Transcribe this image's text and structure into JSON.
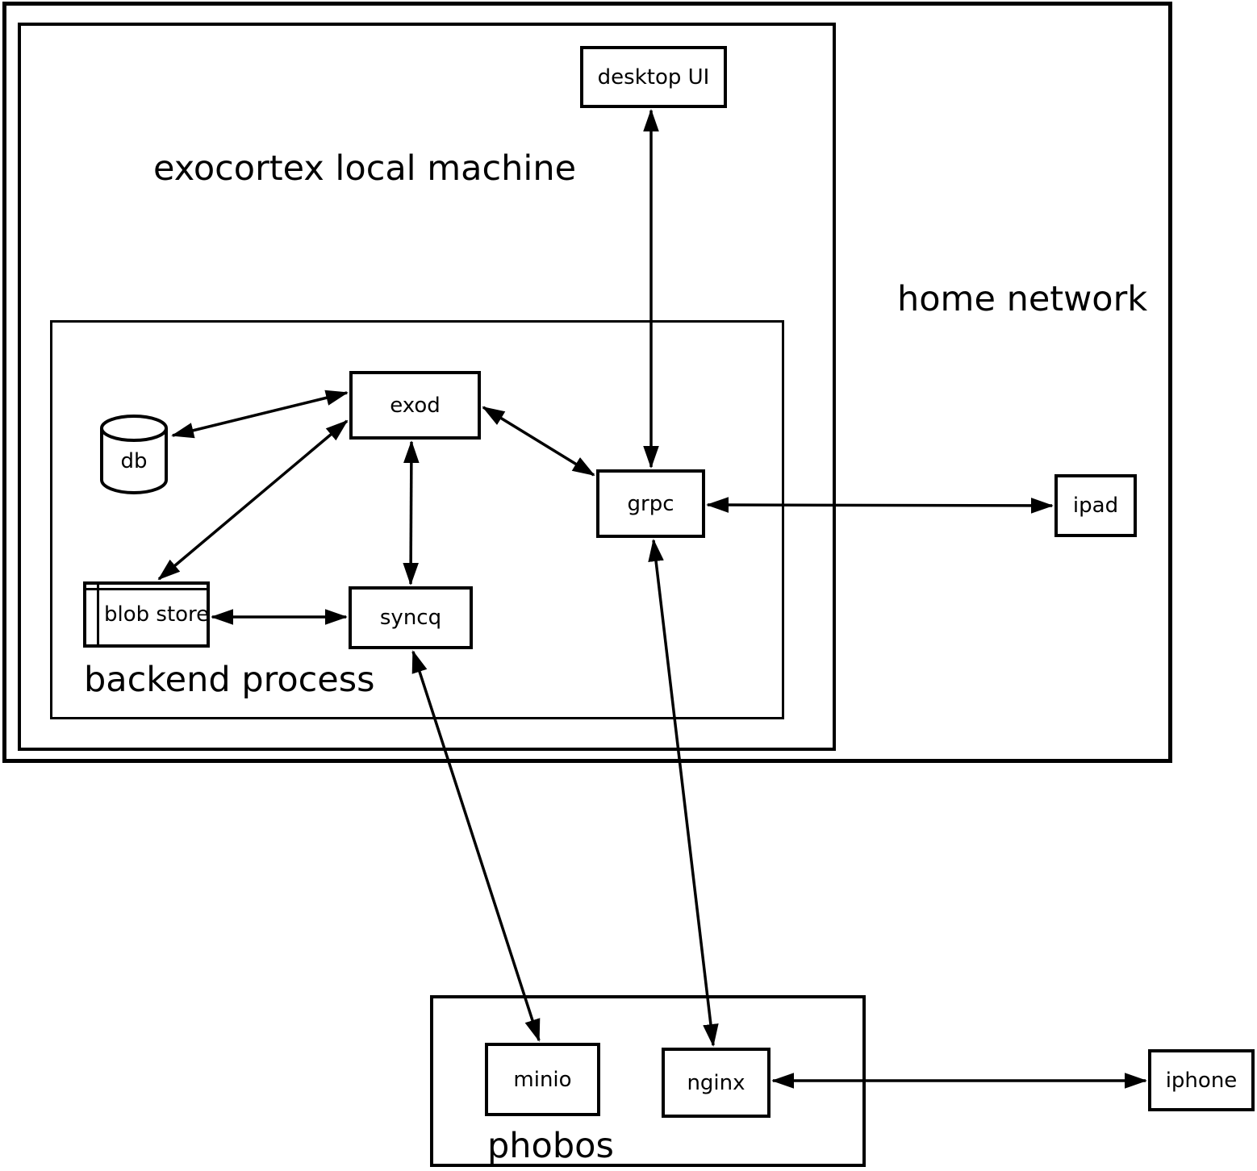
{
  "clusters": {
    "home_network": {
      "label": "home network"
    },
    "exocortex": {
      "label": "exocortex local machine"
    },
    "backend": {
      "label": "backend process"
    },
    "phobos": {
      "label": "phobos"
    }
  },
  "nodes": {
    "desktop_ui": {
      "label": "desktop UI",
      "shape": "box"
    },
    "db": {
      "label": "db",
      "shape": "cylinder"
    },
    "exod": {
      "label": "exod",
      "shape": "box"
    },
    "grpc": {
      "label": "grpc",
      "shape": "box"
    },
    "blob_store": {
      "label": "blob store",
      "shape": "stacked-box"
    },
    "syncq": {
      "label": "syncq",
      "shape": "box"
    },
    "ipad": {
      "label": "ipad",
      "shape": "box"
    },
    "minio": {
      "label": "minio",
      "shape": "box"
    },
    "nginx": {
      "label": "nginx",
      "shape": "box"
    },
    "iphone": {
      "label": "iphone",
      "shape": "box"
    }
  },
  "edges": [
    {
      "from": "db",
      "to": "exod",
      "direction": "both"
    },
    {
      "from": "blob_store",
      "to": "exod",
      "direction": "both"
    },
    {
      "from": "exod",
      "to": "syncq",
      "direction": "both"
    },
    {
      "from": "exod",
      "to": "grpc",
      "direction": "both"
    },
    {
      "from": "desktop_ui",
      "to": "grpc",
      "direction": "both"
    },
    {
      "from": "blob_store",
      "to": "syncq",
      "direction": "both"
    },
    {
      "from": "grpc",
      "to": "ipad",
      "direction": "both"
    },
    {
      "from": "syncq",
      "to": "minio",
      "direction": "both"
    },
    {
      "from": "grpc",
      "to": "nginx",
      "direction": "both"
    },
    {
      "from": "nginx",
      "to": "iphone",
      "direction": "both"
    }
  ],
  "colors": {
    "line": "#000000",
    "background": "#ffffff",
    "text": "#000000"
  }
}
